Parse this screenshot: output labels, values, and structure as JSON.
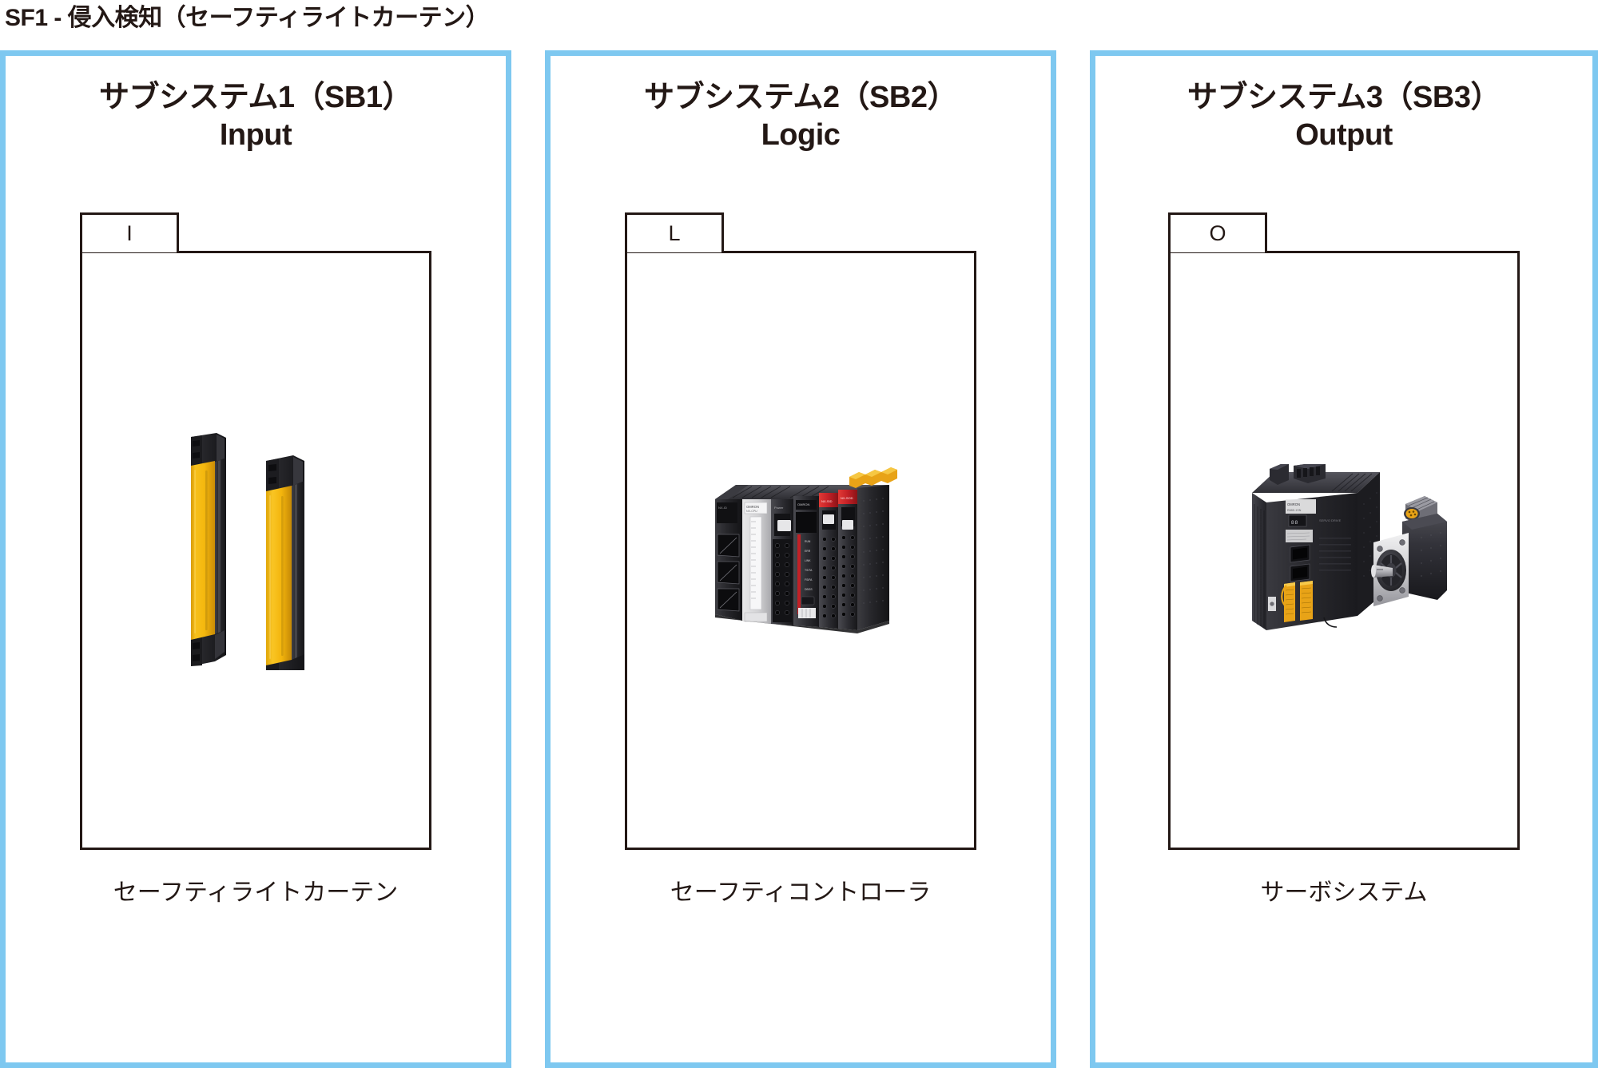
{
  "title": "SF1 - 侵入検知（セーフティライトカーテン）",
  "colors": {
    "panel_border": "#7ec8f0",
    "box_border": "#231815",
    "text": "#231815",
    "background": "#ffffff",
    "light_curtain_yellow": "#f5b80e",
    "device_black": "#2b2b2e",
    "safety_red": "#c32026",
    "connector_orange": "#e8a317"
  },
  "panels": [
    {
      "id": "SB1",
      "header_jp": "サブシステム1（SB1）",
      "header_en": "Input",
      "tab_label": "I",
      "caption": "セーフティライトカーテン",
      "device": "safety-light-curtain"
    },
    {
      "id": "SB2",
      "header_jp": "サブシステム2（SB2）",
      "header_en": "Logic",
      "tab_label": "L",
      "caption": "セーフティコントローラ",
      "device": "safety-controller"
    },
    {
      "id": "SB3",
      "header_jp": "サブシステム3（SB3）",
      "header_en": "Output",
      "tab_label": "O",
      "caption": "サーボシステム",
      "device": "servo-system"
    }
  ]
}
